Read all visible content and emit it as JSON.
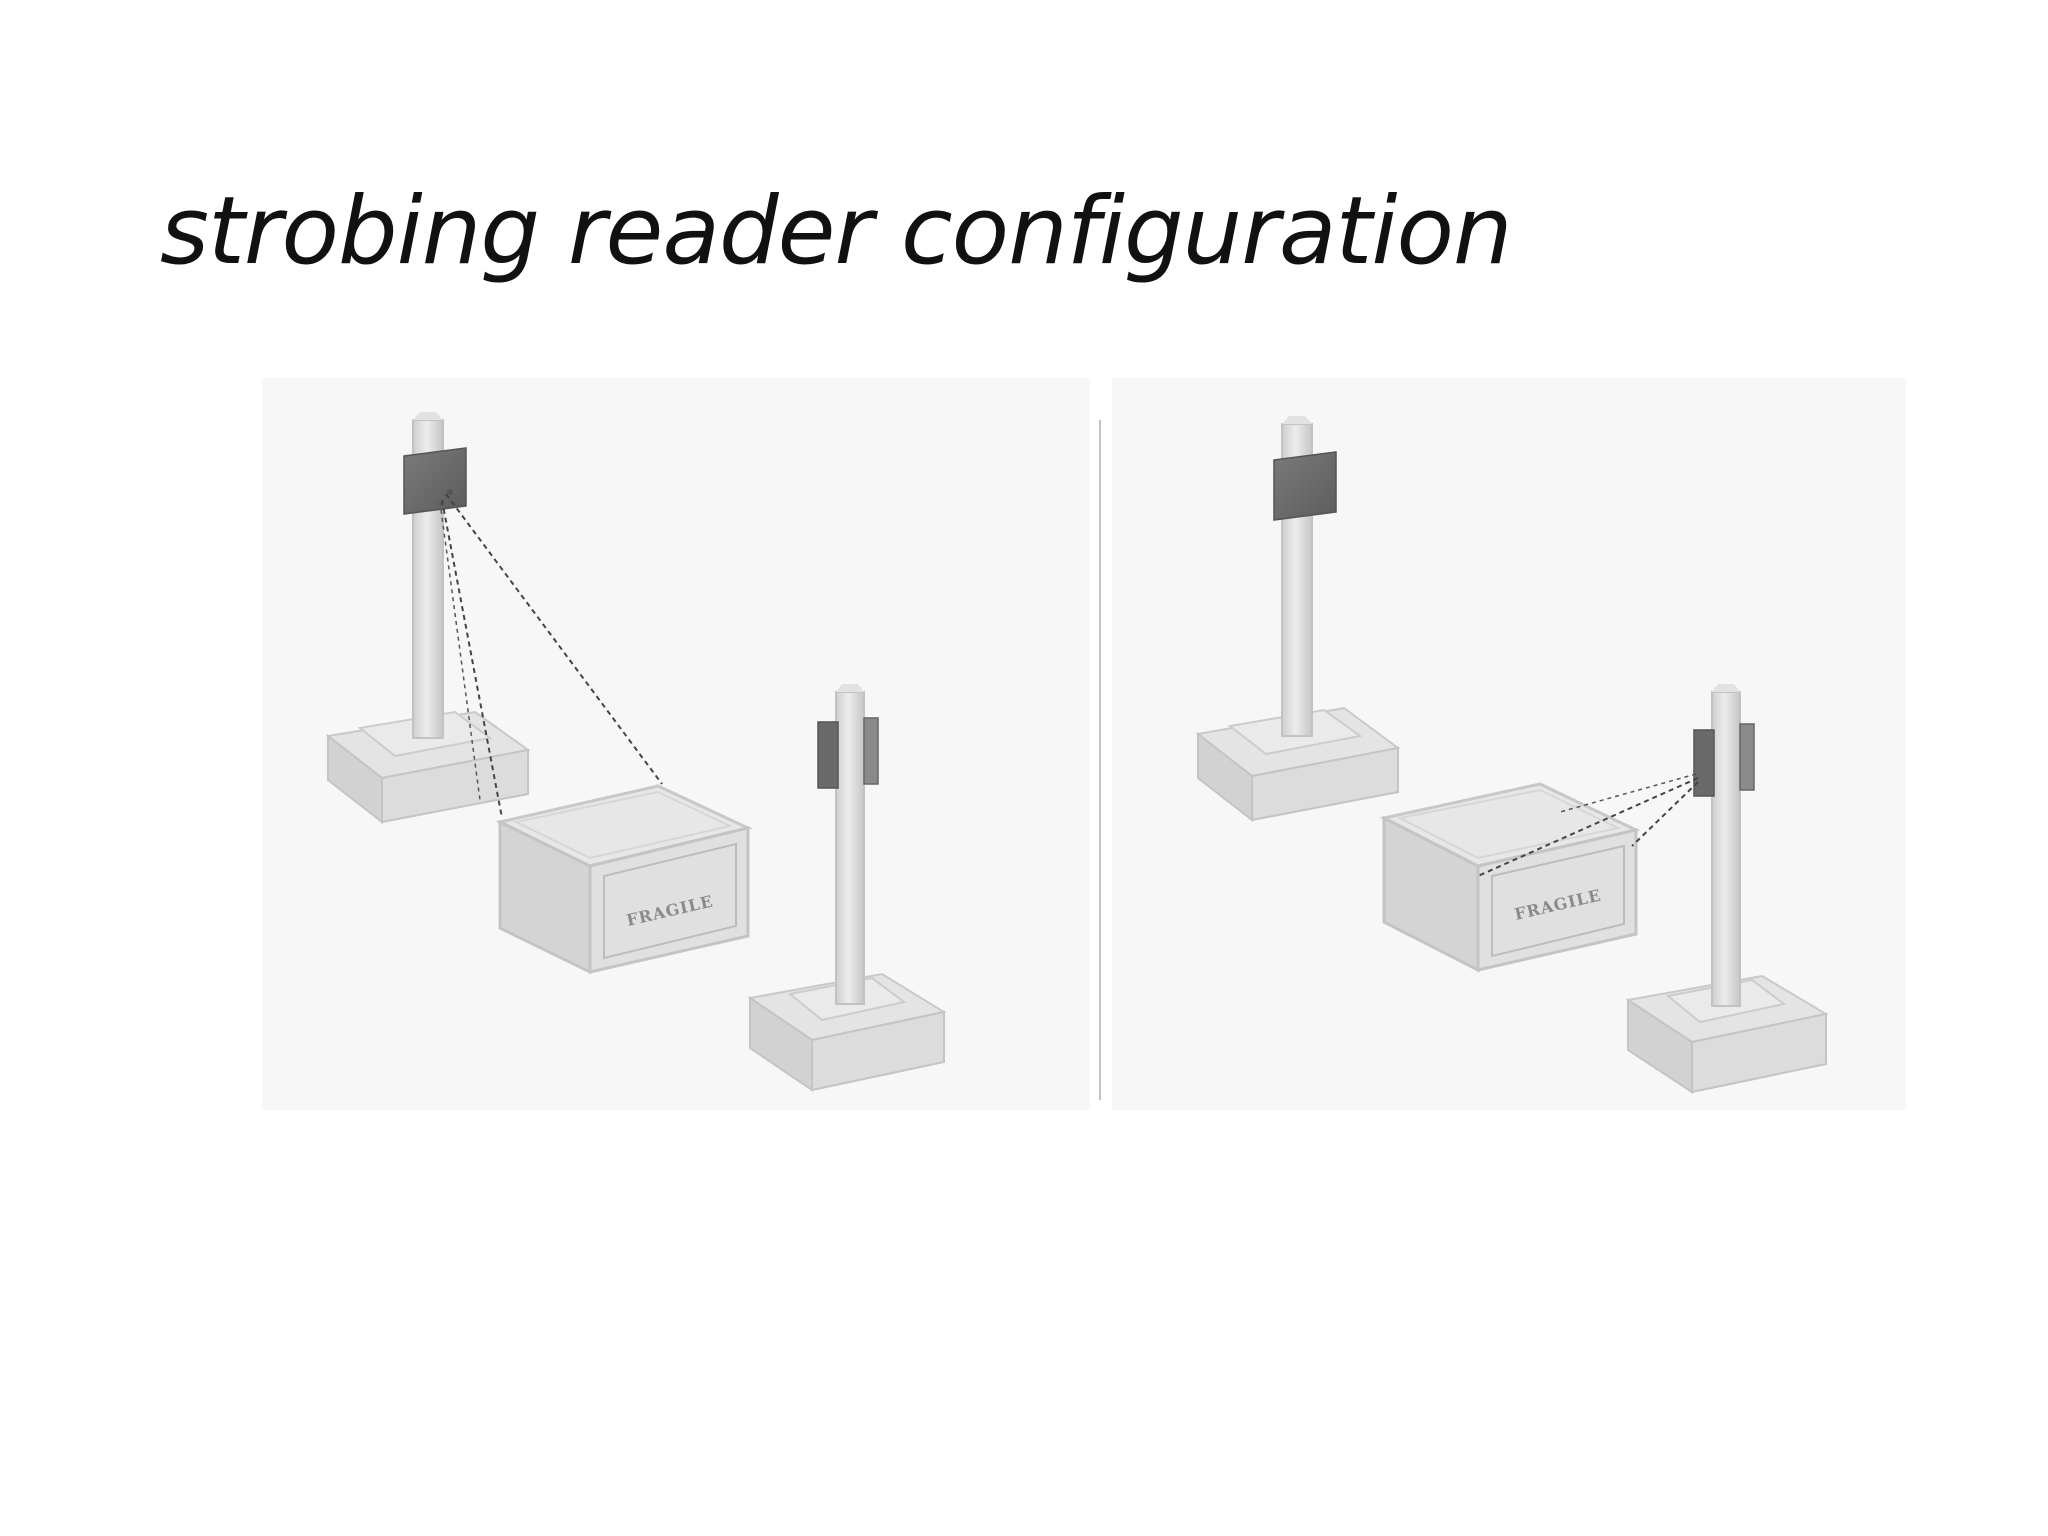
{
  "title": "strobing reader configuration",
  "panels": [
    {
      "box_label": "FRAGILE",
      "active_reader": "upper-left"
    },
    {
      "box_label": "FRAGILE",
      "active_reader": "lower-right"
    }
  ],
  "colors": {
    "background": "#ffffff",
    "panel_background": "#f6f6f6",
    "structure": "#d9d9d9",
    "reader": "#6e6e6e",
    "signal_line": "#444444",
    "divider": "#bdbdbd",
    "title_text": "#111111"
  }
}
